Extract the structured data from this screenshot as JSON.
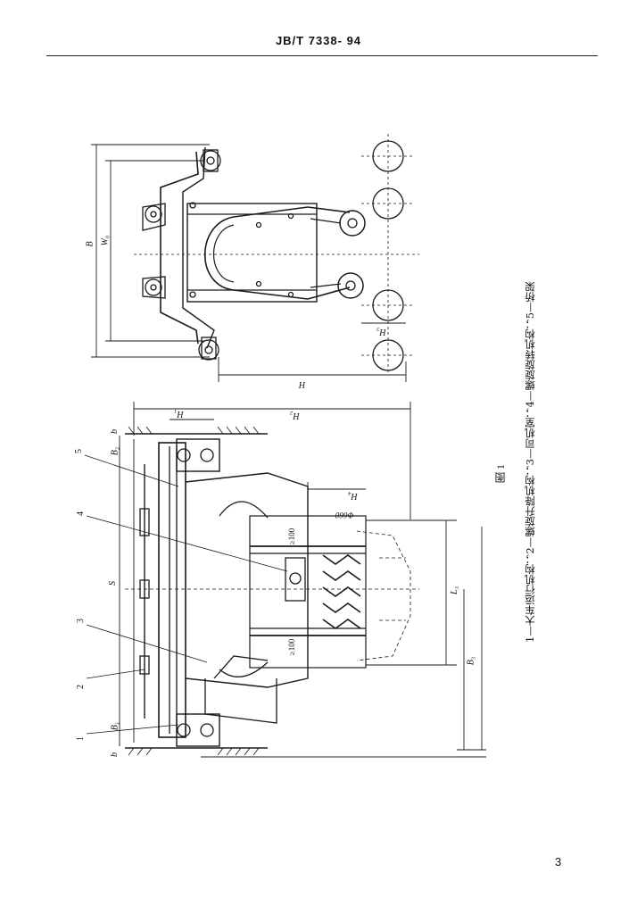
{
  "header": {
    "standard": "JB/T 7338- 94"
  },
  "figure": {
    "title": "图 1",
    "caption": "1—大车运行机构；2—螺旋升降机构；3—司机室；4—螺旋旋转机构；5—桥架",
    "parts": [
      "1",
      "2",
      "3",
      "4",
      "5"
    ],
    "dimensions": {
      "B": "B",
      "W0": "W₀",
      "S": "S",
      "B1": "B₁",
      "B2": "B₂",
      "B3": "B₃",
      "b": "b",
      "L3": "L₃",
      "H1": "H₁",
      "H2": "H₂",
      "H3": "H₃",
      "H4": "H₄",
      "H_main": "H",
      "d100a": "≥100",
      "d100b": "≥100",
      "phi": "Φ660"
    }
  },
  "page_number": "3"
}
